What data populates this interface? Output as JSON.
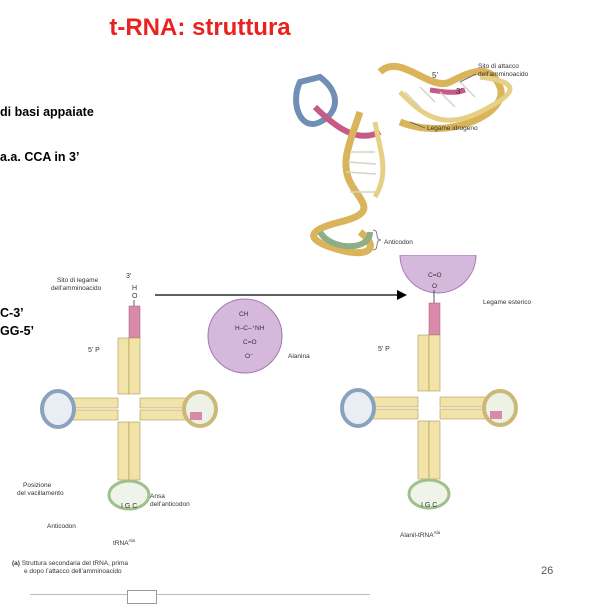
{
  "title": "t-RNA: struttura",
  "left_text": {
    "line1": "di basi appaiate",
    "line2": "a.a. CCA in 3’",
    "line3": "C-3’",
    "line4": "GG-5’"
  },
  "top_diagram": {
    "label_five_prime": "5’",
    "label_three_prime": "3’",
    "label_site_line1": "Sito di attacco",
    "label_site_line2": "dell’amminoacido",
    "label_hbond": "Legame idrogeno",
    "label_anticodon": "Anticodon"
  },
  "bottom_left": {
    "label_site_line1": "Sito di legame",
    "label_site_line2": "dell’amminoacido",
    "label_three_prime": "3’",
    "label_five_prime_p": "5’ P",
    "label_wobble_line1": "Posizione",
    "label_wobble_line2": "del vacillamento",
    "label_loop_line1": "Ansa",
    "label_loop_line2": "dell’anticodon",
    "label_anticodon": "Anticodon",
    "label_trna": "tRNA",
    "label_trna_sup": "Ala",
    "caption_line1": "Struttura secondaria del tRNA, prima",
    "caption_line2": "e dopo l’attacco dell’amminoacido",
    "caption_tag": "(a)"
  },
  "alanine": {
    "name": "Alanina"
  },
  "bottom_right": {
    "label_ester": "Legame esterico",
    "label_five_prime_p": "5’ P",
    "label_trna": "Alanil-tRNA",
    "label_trna_sup": "Ala"
  },
  "page_number": "26",
  "colors": {
    "title": "#e8231f",
    "stem_fill": "#f2e3a8",
    "acceptor_fill": "#d98aa8",
    "circle_fill": "#d5b8dc",
    "loop_blue": "#9fb7d4",
    "loop_green": "#b9d4a3"
  }
}
